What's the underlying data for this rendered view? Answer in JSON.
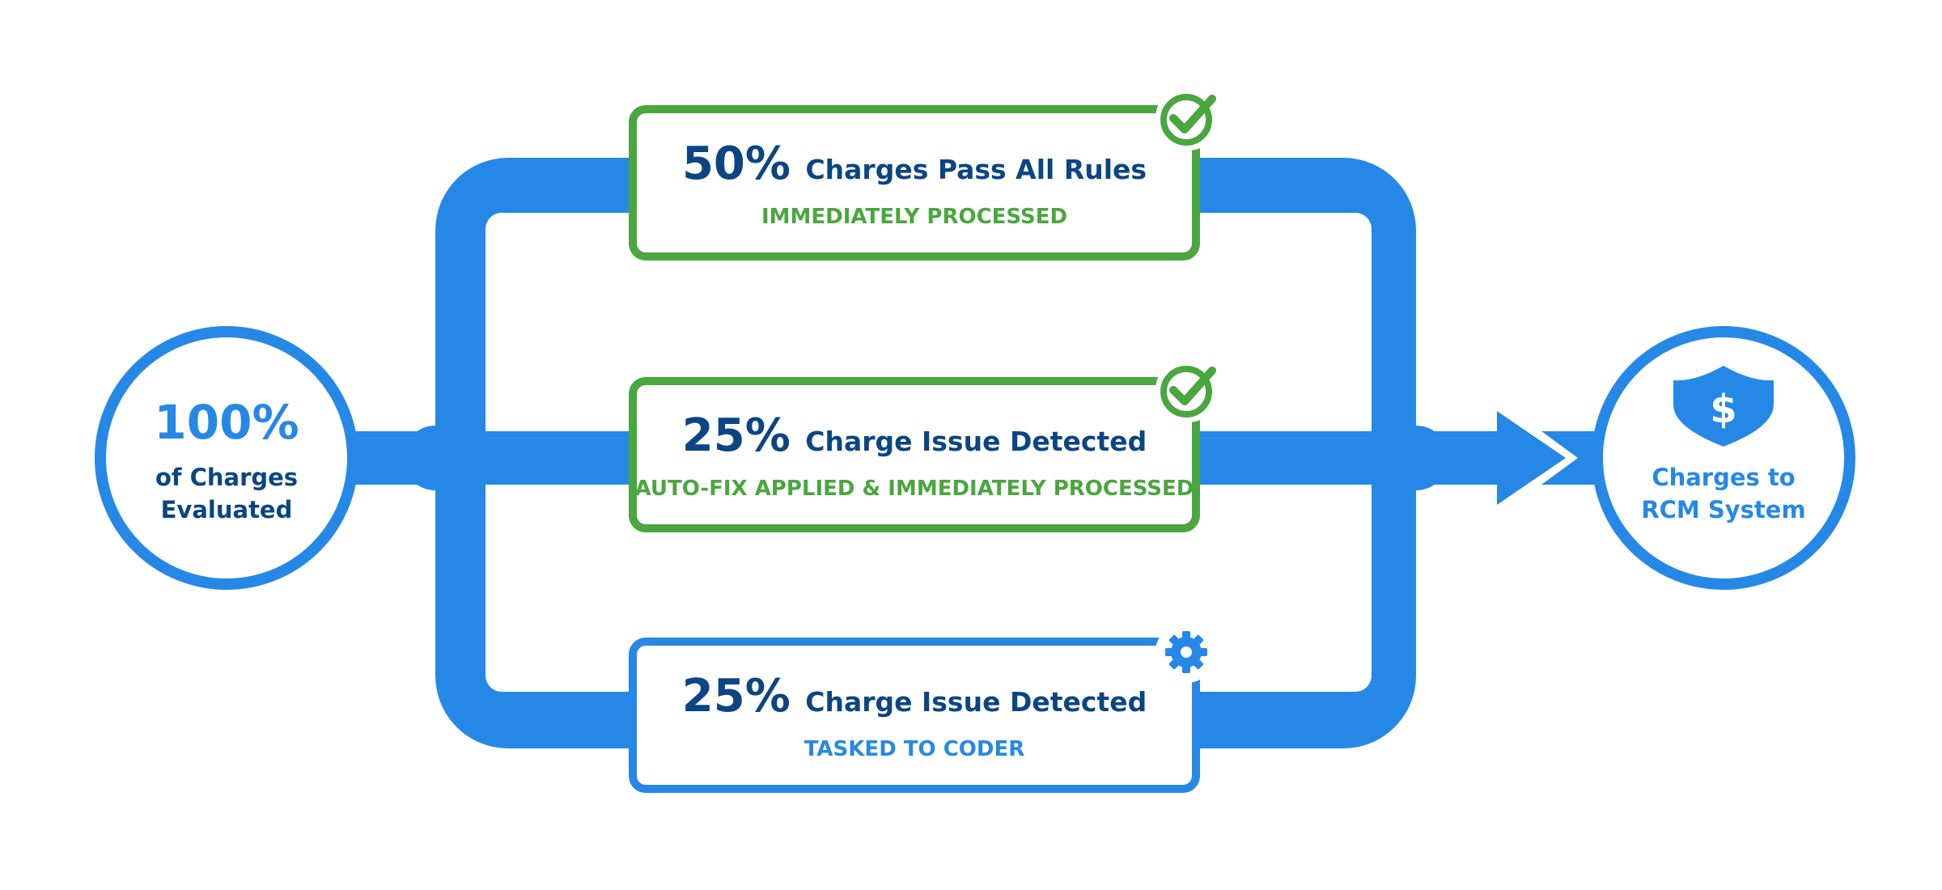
{
  "colors": {
    "flow_blue": "#2688e6",
    "dark_navy": "#0b4582",
    "success_green": "#4aa63f",
    "white": "#ffffff"
  },
  "start_node": {
    "percent": "100%",
    "line1": "of Charges",
    "line2": "Evaluated"
  },
  "end_node": {
    "icon": "shield-dollar-icon",
    "icon_glyph": "$",
    "line1": "Charges to",
    "line2": "RCM System"
  },
  "paths": [
    {
      "percent": "50%",
      "title": "Charges Pass All Rules",
      "subtitle": "IMMEDIATELY PROCESSED",
      "badge_icon": "check-circle-icon",
      "accent": "#4aa63f"
    },
    {
      "percent": "25%",
      "title": "Charge Issue Detected",
      "subtitle": "AUTO-FIX APPLIED & IMMEDIATELY PROCESSED",
      "badge_icon": "check-circle-icon",
      "accent": "#4aa63f"
    },
    {
      "percent": "25%",
      "title": "Charge Issue Detected",
      "subtitle": "TASKED TO CODER",
      "badge_icon": "gear-icon",
      "accent": "#2688e6"
    }
  ]
}
